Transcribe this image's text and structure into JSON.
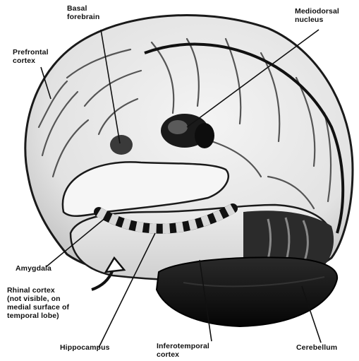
{
  "labels": {
    "basal_forebrain": "Basal\nforebrain",
    "mediodorsal_nucleus": "Mediodorsal\nnucleus",
    "prefrontal_cortex": "Prefrontal\ncortex",
    "amygdala": "Amygdala",
    "rhinal_cortex": "Rhinal cortex\n(not visible, on\nmedial surface of\ntemporal lobe)",
    "hippocampus": "Hippocampus",
    "inferotemporal_cortex": "Inferotemporal\ncortex",
    "cerebellum": "Cerebellum"
  }
}
